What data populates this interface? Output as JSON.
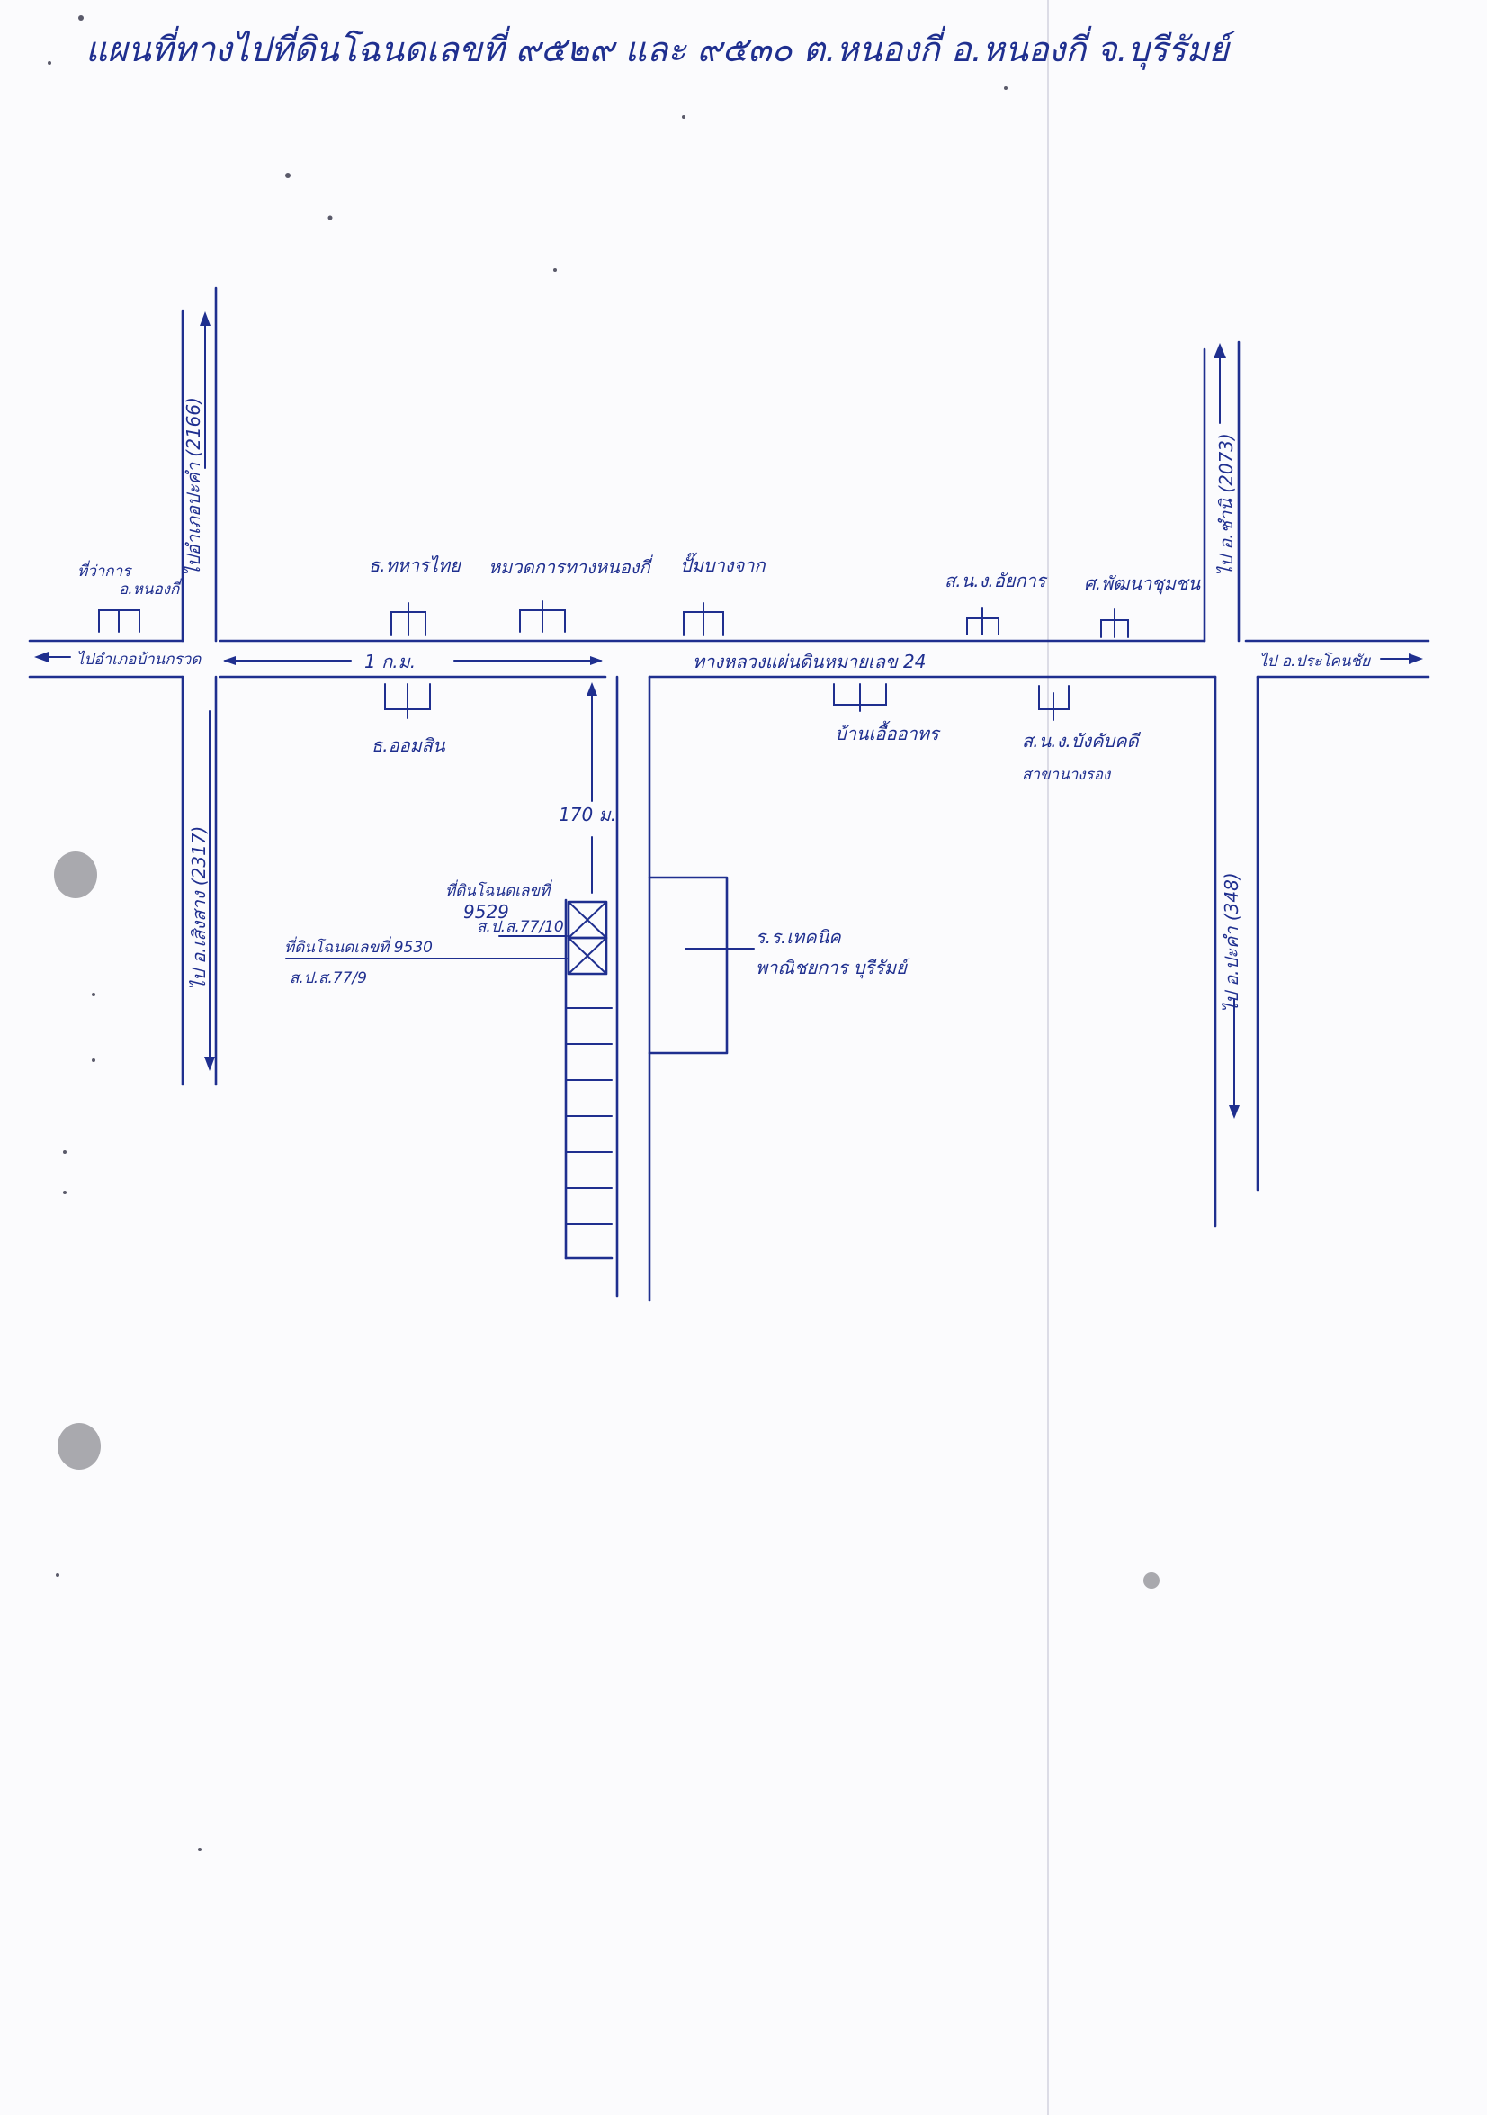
{
  "title": "แผนที่ทางไปที่ดินโฉนดเลขที่ ๙๕๒๙ และ ๙๕๓๐ ต.หนองกี่ อ.หนองกี่ จ.บุรีรัมย์",
  "colors": {
    "ink": "#1f2f8f",
    "paper": "#fbfbfd",
    "hole": "#a9a9ae"
  },
  "roads": {
    "main_highway": "ทางหลวงแผ่นดินหมายเลข 24",
    "left_north": "ไปอำเภอปะคำ (2166)",
    "left_west": "ไปอำเภอบ้านกรวด",
    "left_south": "ไป อ.เสิงสาง (2317)",
    "right_north": "ไป อ.ชำนิ (2073)",
    "right_east": "ไป อ.ประโคนชัย",
    "right_south": "ไป อ.ปะคำ (348)"
  },
  "landmarks": {
    "district_office": "ที่ว่าการ",
    "district_office_sub": "อ.หนองกี่",
    "military_bank": "ธ.ทหารไทย",
    "highway_office": "หมวดการทางหนองกี่",
    "gas_station": "ปั๊มบางจาก",
    "kk_bank": "ส.น.ง.อัยการ",
    "agri_office": "ศ.พัฒนาชุมชน",
    "gsb_bank": "ธ.ออมสิน",
    "ban_rua": "บ้านเอื้ออาทร",
    "court": "ส.น.ง.บังคับคดี",
    "court_sub": "สาขานางรอง",
    "school": "ร.ร.เทคนิค",
    "school_sub": "พาณิชยการ บุรีรัมย์"
  },
  "distances": {
    "along_highway": "1 ก.ม.",
    "along_soi": "170 ม."
  },
  "parcels": {
    "p9529_label": "ที่ดินโฉนดเลขที่",
    "p9529_number": "9529",
    "p9529_ref": "ส.ป.ส.77/10",
    "p9530_label": "ที่ดินโฉนดเลขที่ 9530",
    "p9530_ref": "ส.ป.ส.77/9"
  }
}
